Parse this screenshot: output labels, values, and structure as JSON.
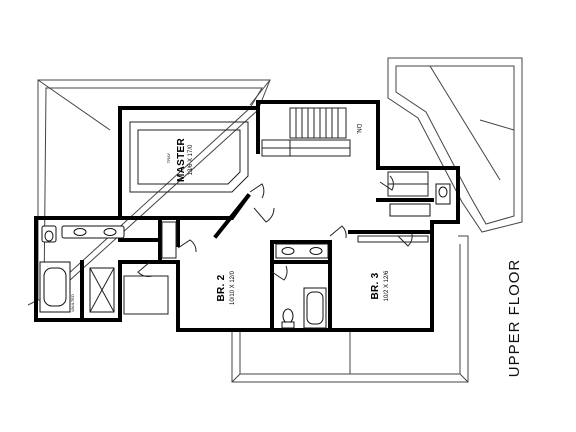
{
  "title": "UPPER FLOOR",
  "rooms": {
    "master": {
      "label": "MASTER",
      "dims": "13/6 X 17/0",
      "ceiling": "TRAY"
    },
    "br2": {
      "label": "BR. 2",
      "dims": "10/10 X 12/0"
    },
    "br3": {
      "label": "BR. 3",
      "dims": "10/2 X 12/6"
    }
  },
  "notes": {
    "stair": "DN.",
    "vaulted": "VAULTED"
  }
}
